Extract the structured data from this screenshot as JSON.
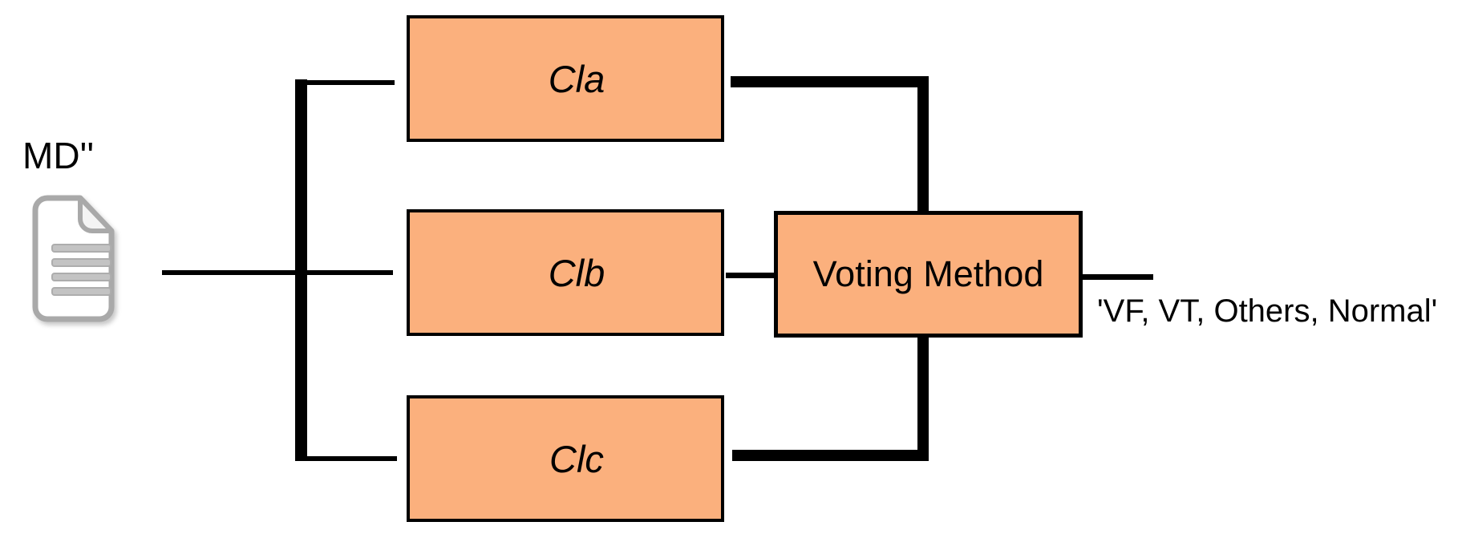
{
  "input": {
    "label": "MD''"
  },
  "classifiers": [
    {
      "label": "Cla"
    },
    {
      "label": "Clb"
    },
    {
      "label": "Clc"
    }
  ],
  "voting": {
    "label": "Voting Method"
  },
  "output": {
    "label": "'VF, VT, Others, Normal'"
  },
  "icons": {
    "document": {
      "name": "document-icon",
      "glyph": "page-with-folded-corner-and-text-lines"
    }
  },
  "colors": {
    "box_fill": "#FBB07D",
    "box_border": "#000000",
    "connector": "#000000",
    "background": "#FFFFFF",
    "icon_stroke": "#A9A9A9",
    "icon_lines": "#C3C3C3"
  }
}
